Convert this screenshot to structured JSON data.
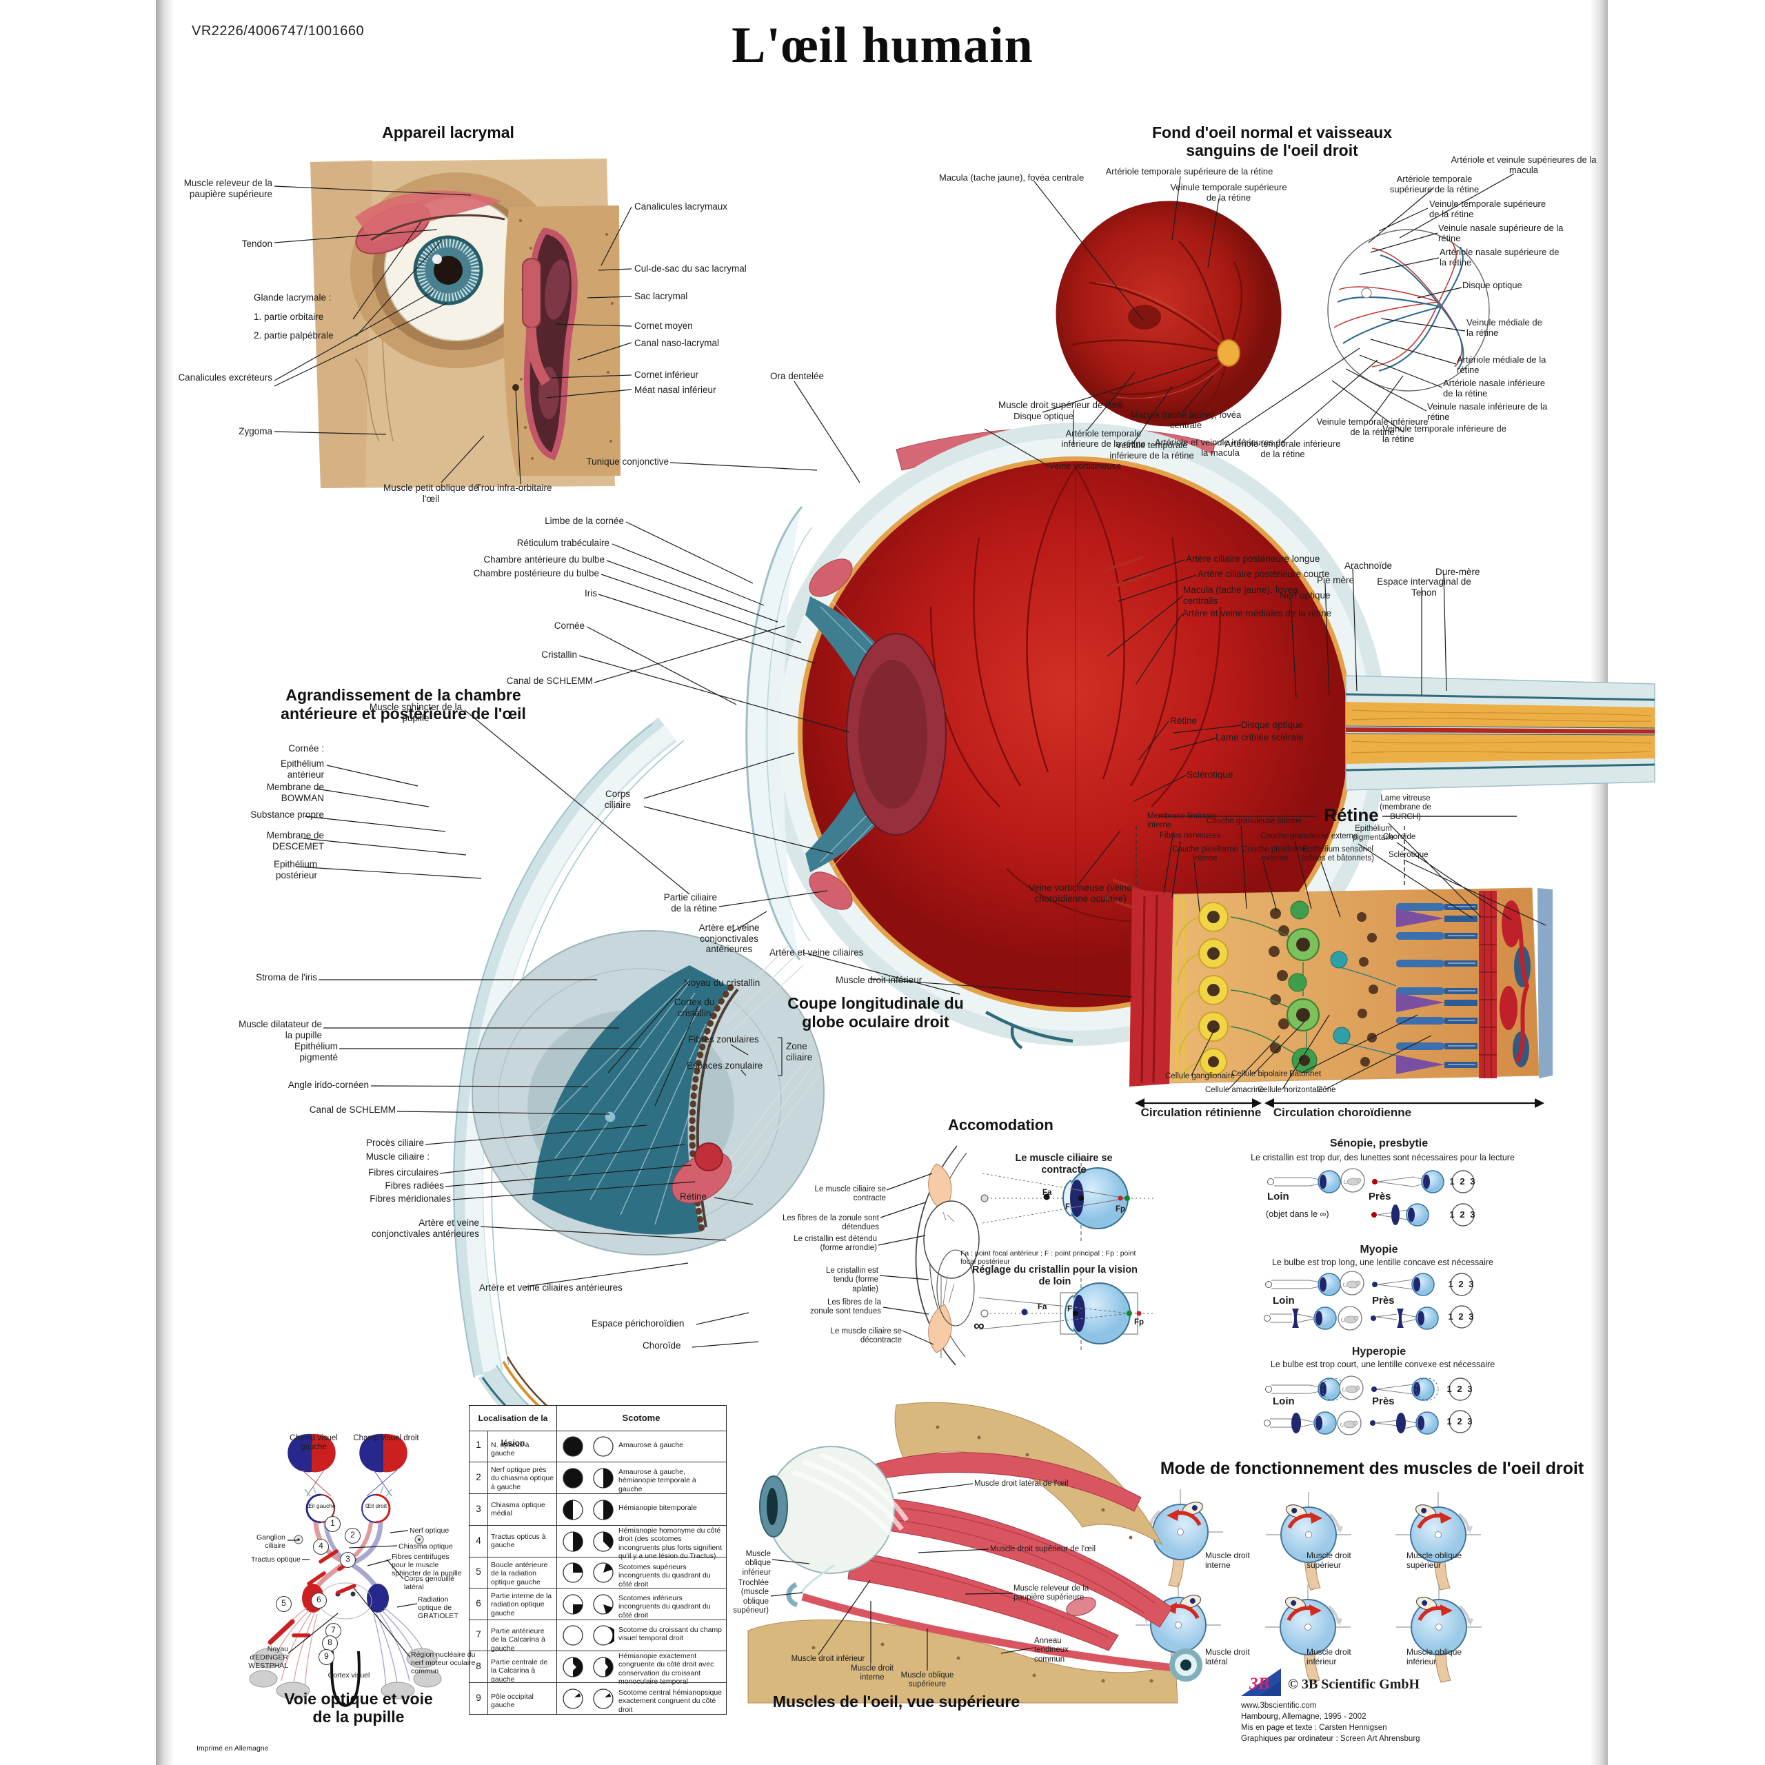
{
  "meta": {
    "code": "VR2226/4006747/1001660",
    "title": "L'œil humain",
    "printed": "Imprimé en Allemagne"
  },
  "lac": {
    "title": "Appareil lacrymal",
    "labels": [
      "Muscle releveur de la paupière supérieure",
      "Tendon",
      "Glande lacrymale :",
      "1. partie orbitaire",
      "2. partie palpébrale",
      "Canalicules excréteurs",
      "Zygoma",
      "Muscle petit oblique de l'œil",
      "Trou infra-orbitaire",
      "Canalicules lacrymaux",
      "Cul-de-sac du sac lacrymal",
      "Sac lacrymal",
      "Cornet moyen",
      "Canal naso-lacrymal",
      "Cornet inférieur",
      "Méat nasal inférieur"
    ]
  },
  "fun": {
    "t1": "Fond d'oeil normal et vaisseaux",
    "t2": "sanguins de l'oeil droit",
    "labels": [
      "Macula (tache jaune), fovéa centrale",
      "Artériole temporale supérieure de la rétine",
      "Veinule temporale supérieure de la rétine",
      "Artériole et veinule supérieures de la macula",
      "Artériole temporale supérieure de la rétine",
      "Veinule temporale supérieure de la rétine",
      "Veinule nasale supérieure de la rétine",
      "Artériole nasale supérieure de la rétine",
      "Disque optique",
      "Veinule médiale de la rétine",
      "Artériole médiale de la rétine",
      "Artériole nasale inférieure de la rétine",
      "Veinule nasale inférieure de la rétine",
      "Veinule temporale inférieure de la rétine",
      "Disque optique",
      "Artériole temporale inférieure de la rétine",
      "Veine vorticineuse",
      "Veinule temporale inférieure de la rétine",
      "Macula (tache jaune), fovéa centrale",
      "Artériole et veinule inférieures de la macula",
      "Artériole temporale inférieure de la rétine",
      "Veinule temporale inférieure de la rétine"
    ]
  },
  "glo": {
    "t1": "Coupe longitudinale du",
    "t2": "globe oculaire droit",
    "left": [
      "Muscle droit supérieur de l'œil",
      "Ora dentelée",
      "Tunique conjonctive",
      "Limbe de la cornée",
      "Réticulum trabéculaire",
      "Chambre antérieure du bulbe",
      "Chambre postérieure du bulbe",
      "Iris",
      "Cornée",
      "Cristallin",
      "Canal de SCHLEMM",
      "Corps ciliaire",
      "Partie ciliaire de la rétine",
      "Artère et veine conjonctivales antérieures",
      "Artère et veine ciliaires",
      "Muscle droit inférieur"
    ],
    "right": [
      "Artère ciliaire postérieure longue",
      "Artère ciliaire postérieure courte",
      "Macula (tache jaune), fovea centralis",
      "Artère et veine médiales de la rétine",
      "Nerf optique",
      "Pie mère",
      "Arachnoïde",
      "Espace intervaginal de Tenon",
      "Dure-mère",
      "Rétine",
      "Disque optique",
      "Lame criblée sclérale",
      "Sclérotique",
      "Veine vorticineuse (veine choroïdienne oculaire)"
    ]
  },
  "cha": {
    "t1": "Agrandissement de la chambre",
    "t2": "antérieure et postérieure de l'œil",
    "labels": [
      "Cornée :",
      "Epithélium antérieur",
      "Membrane de BOWMAN",
      "Substance propre",
      "Membrane de DESCEMET",
      "Epithélium postérieur",
      "Stroma de l'iris",
      "Muscle sphincter de la pupille",
      "Muscle dilatateur de la pupille",
      "Epithélium pigmenté",
      "Angle irido-cornéen",
      "Canal de SCHLEMM",
      "Procès ciliaire",
      "Muscle ciliaire :",
      "Fibres circulaires",
      "Fibres radiées",
      "Fibres méridionales",
      "Artère et veine conjonctivales antérieures",
      "Artère et veine ciliaires antérieures",
      "Espace périchoroïdien",
      "Choroïde",
      "Noyau du cristallin",
      "Cortex du cristallin",
      "Fibres zonulaires",
      "Zone ciliaire",
      "Espaces zonulaire",
      "Rétine"
    ]
  },
  "ret": {
    "title": "Rétine",
    "top": [
      "Membrane limitante interne",
      "Fibres nerveuses",
      "Couche plexiforme interne",
      "Couche granuleuse interne",
      "Couche plexiforme externe",
      "Couche granuleuse externe",
      "Epithélium sensoriel (cônes et bâtonnets)",
      "Epithélium pigmentaire",
      "Lame vitreuse (membrane de BURCH)",
      "Choroïde",
      "Sclérotique"
    ],
    "bottom": [
      "Cellule ganglionaire",
      "Cellule amacrine",
      "Cellule bipolaire",
      "Cellule horizontale",
      "Bâtonnet",
      "Cône"
    ],
    "c1": "Circulation rétinienne",
    "c2": "Circulation choroïdienne"
  },
  "acc": {
    "title": "Accomodation",
    "labels": [
      "Le muscle ciliaire se contracte",
      "Les fibres de la zonule sont détendues",
      "Le cristallin est détendu (forme arrondie)",
      "Le cristallin est tendu (forme aplatie)",
      "Les fibres de la zonule sont tendues",
      "Le muscle ciliaire se décontracte"
    ],
    "sub1": "Le muscle ciliaire se contracte",
    "legend": "Fa : point focal antérieur ; F : point principal ; Fp : point focal postérieur",
    "sub2": "Réglage du cristallin pour la vision de loin",
    "fa": "Fa",
    "f": "F",
    "fp": "Fp",
    "inf": "∞"
  },
  "def": {
    "loin": "Loin",
    "pres": "Près",
    "chart": "1 2 3",
    "s": [
      {
        "title": "Sénopie, presbytie",
        "desc": "Le cristallin est trop dur, des lunettes sont nécessaires pour la lecture",
        "note": "(objet dans le ∞)"
      },
      {
        "title": "Myopie",
        "desc": "Le bulbe est trop long, une lentille concave est nécessaire"
      },
      {
        "title": "Hyperopie",
        "desc": "Le bulbe est trop court, une lentille convexe est nécessaire"
      }
    ]
  },
  "mod": {
    "title": "Mode de fonctionnement des muscles de l'oeil droit",
    "items": [
      "Muscle droit interne",
      "Muscle droit supérieur",
      "Muscle oblique supérieur",
      "Muscle droit latéral",
      "Muscle droit inférieur",
      "Muscle oblique inférieur"
    ]
  },
  "tab": {
    "h1": "Localisation de la lésion",
    "h2": "Scotome",
    "rows": [
      {
        "n": "1",
        "les": "N. opticus à gauche",
        "des": "Amaurose à gauche"
      },
      {
        "n": "2",
        "les": "Nerf optique près du chiasma optique à gauche",
        "des": "Amaurose à gauche, hémianopie temporale à gauche"
      },
      {
        "n": "3",
        "les": "Chiasma optique médial",
        "des": "Hémianopie bitemporale"
      },
      {
        "n": "4",
        "les": "Tractus opticus à gauche",
        "des": "Hémianopie homonyme du côté droit (des scotomes incongruents plus forts signifient qu'il y a une lésion du Tractus)"
      },
      {
        "n": "5",
        "les": "Boucle antérieure de la radiation optique gauche",
        "des": "Scotomes supérieurs incongruents du quadrant du côté droit"
      },
      {
        "n": "6",
        "les": "Partie interne de la radiation optique gauche",
        "des": "Scotomes inférieurs incongruents du quadrant du côté droit"
      },
      {
        "n": "7",
        "les": "Partie antérieure de la Calcarina à gauche",
        "des": "Scotome du croissant du champ visuel temporal droit"
      },
      {
        "n": "8",
        "les": "Partie centrale de la Calcarina à gauche",
        "des": "Hémianopie exactement congruente du côté droit avec conservation du croissant monoculaire temporal"
      },
      {
        "n": "9",
        "les": "Pôle occipital gauche",
        "des": "Scotome central hémianopsique exactement congruent du côté droit"
      }
    ]
  },
  "pat": {
    "t1": "Voie optique et voie",
    "t2": "de la pupille",
    "eyeL": "Œil gauche",
    "eyeR": "Œil droit",
    "nums": [
      "1",
      "2",
      "3",
      "4",
      "5",
      "6",
      "7",
      "8",
      "9"
    ],
    "labels": [
      "Champ visuel gauche",
      "Champ visuel droit",
      "Ganglion ciliaire",
      "Tractus optique",
      "Noyau d'EDINGER WESTPHAL",
      "Cortex visuel",
      "Nerf optique",
      "Chiasma optique",
      "Fibres centrifuges pour le muscle sphincter de la pupille",
      "Corps genouillé latéral",
      "Radiation optique de GRATIOLET",
      "Région nucléaire du nerf moteur oculaire commun"
    ]
  },
  "mus": {
    "title": "Muscles de l'oeil, vue supérieure",
    "labels": [
      "Muscle droit latéral de l'œil",
      "Muscle droit supérieur de l'œil",
      "Muscle releveur de la paupière supérieure",
      "Anneau tendineux commun",
      "Muscle oblique inférieur",
      "Trochlée (muscle oblique supérieur)",
      "Muscle droit inférieur",
      "Muscle droit interne",
      "Muscle oblique supérieure"
    ]
  },
  "cre": {
    "logo": "3B",
    "company": "© 3B Scientific GmbH",
    "l1": "www.3bscientific.com",
    "l2": "Hambourg, Allemagne, 1995 - 2002",
    "l3": "Mis en page et texte : Carsten Hennigsen",
    "l4": "Graphiques par ordinateur : Screen Art Ahrensburg"
  }
}
